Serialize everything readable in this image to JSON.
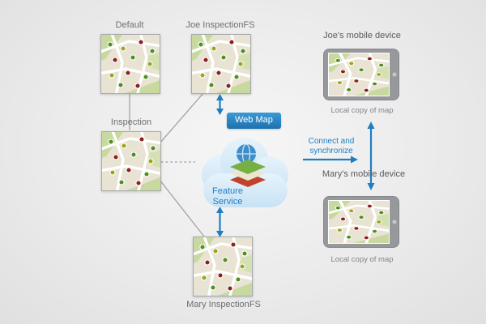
{
  "colors": {
    "accent_blue": "#1f7ec2",
    "badge_blue": "#2e8fd0",
    "label_gray": "#6e6f72",
    "caption_gray": "#828487",
    "cloud_fill": "#d9ecf8"
  },
  "maps": {
    "default": {
      "label": "Default"
    },
    "inspection": {
      "label": "Inspection"
    },
    "joe_fs": {
      "label": "Joe InspectionFS"
    },
    "mary_fs": {
      "label": "Mary InspectionFS"
    }
  },
  "cloud": {
    "web_map_label": "Web Map",
    "feature_service_label": "Feature Service"
  },
  "devices": {
    "joe": {
      "label": "Joe's mobile device",
      "caption": "Local copy of map"
    },
    "mary": {
      "label": "Mary's mobile device",
      "caption": "Local copy of map"
    }
  },
  "edges": {
    "connect_sync_label": "Connect and synchronize"
  }
}
